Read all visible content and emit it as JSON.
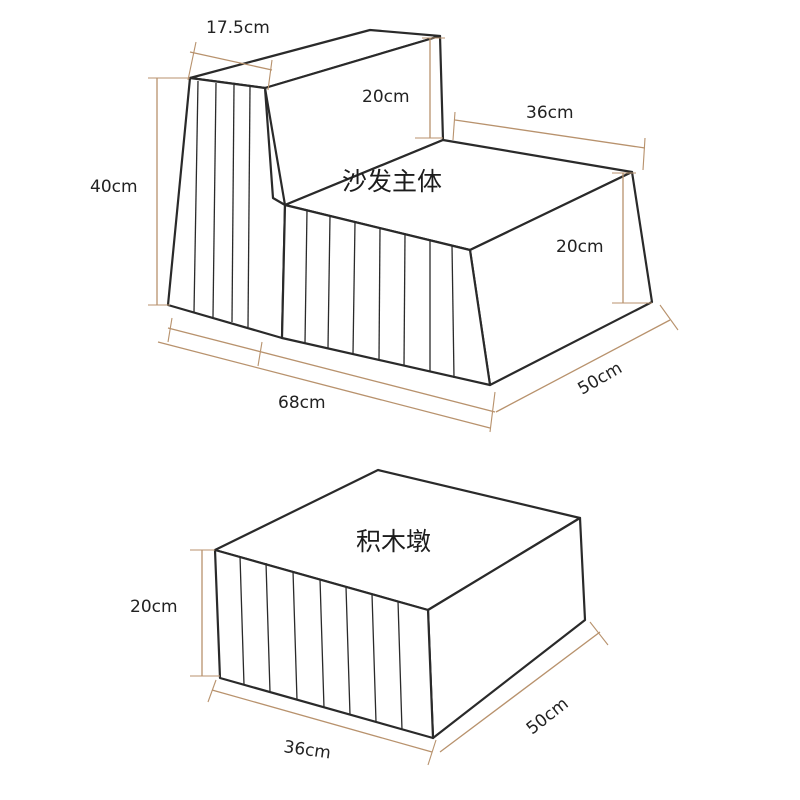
{
  "sofa": {
    "title": "沙发主体",
    "dim_armrest_width": "17.5cm",
    "dim_backrest_height": "20cm",
    "dim_seat_depth": "36cm",
    "dim_total_height": "40cm",
    "dim_seat_height": "20cm",
    "dim_length": "68cm",
    "dim_width": "50cm"
  },
  "ottoman": {
    "title": "积木墩",
    "dim_height": "20cm",
    "dim_length": "36cm",
    "dim_width": "50cm"
  },
  "colors": {
    "outline": "#2a2a2a",
    "dimension_line": "#b8926d",
    "text": "#222222"
  }
}
